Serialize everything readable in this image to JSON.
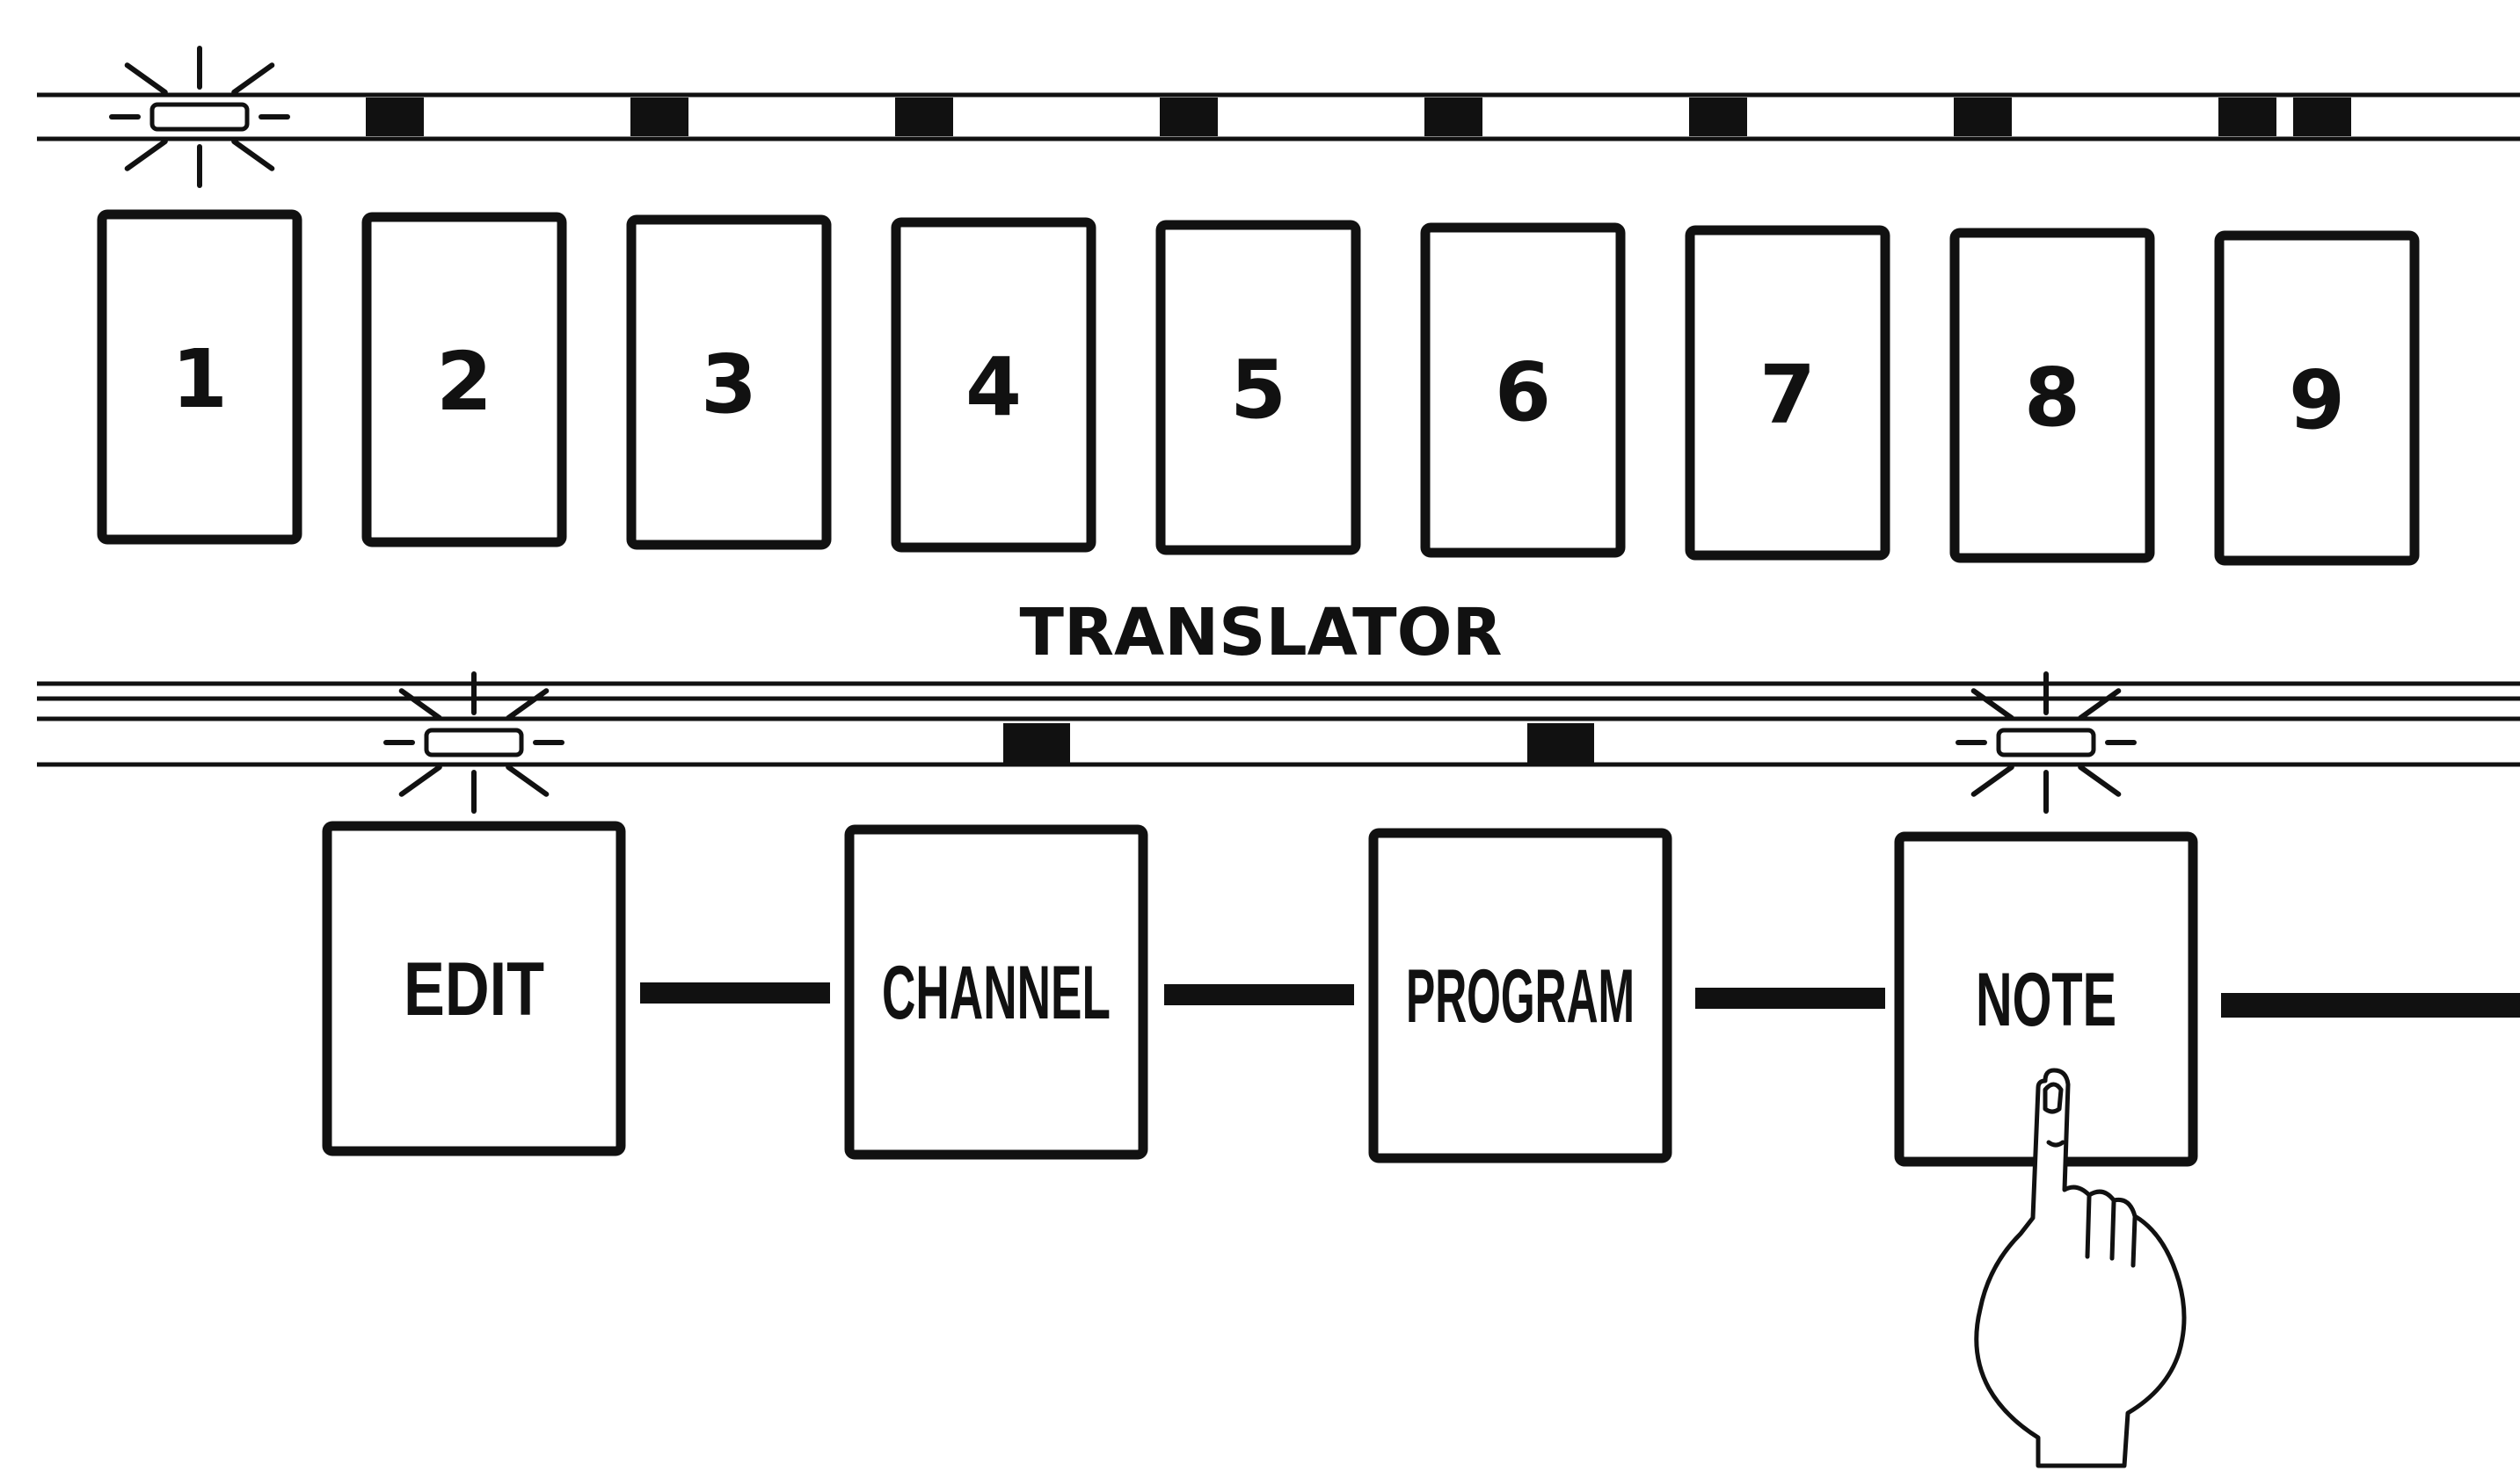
{
  "number_buttons": [
    {
      "label": "1",
      "led_lit": true
    },
    {
      "label": "2",
      "led_lit": false
    },
    {
      "label": "3",
      "led_lit": false
    },
    {
      "label": "4",
      "led_lit": false
    },
    {
      "label": "5",
      "led_lit": false
    },
    {
      "label": "6",
      "led_lit": false
    },
    {
      "label": "7",
      "led_lit": false
    },
    {
      "label": "8",
      "led_lit": false
    },
    {
      "label": "9",
      "led_lit": false
    }
  ],
  "section_title": "TRANSLATOR",
  "function_buttons": [
    {
      "label": "EDIT",
      "led_lit": true
    },
    {
      "label": "CHANNEL",
      "led_lit": false
    },
    {
      "label": "PROGRAM",
      "led_lit": false
    },
    {
      "label": "NOTE",
      "led_lit": true,
      "pressed": true
    }
  ],
  "colors": {
    "ink": "#111111",
    "paper": "#ffffff"
  }
}
